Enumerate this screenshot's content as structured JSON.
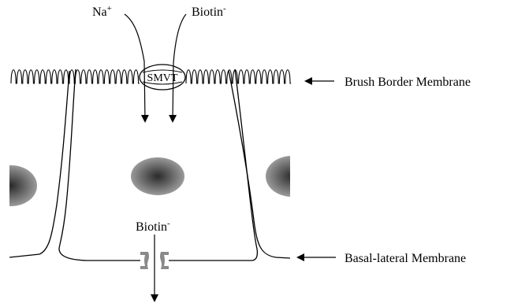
{
  "labels": {
    "na": "Na",
    "na_sup": "+",
    "biotin_in": "Biotin",
    "biotin_in_sup": "-",
    "transporter": "SMVT",
    "brush_border": "Brush Border Membrane",
    "biotin_out": "Biotin",
    "biotin_out_sup": "-",
    "basal_lateral": "Basal-lateral Membrane"
  },
  "colors": {
    "line": "#000000",
    "nucleus_dark": "#2a2a2a",
    "nucleus_light": "#9a9a9a",
    "exporter": "#8a8a8a"
  },
  "icons": {
    "brush_border": "microvilli",
    "transporter": "smvt-transporter",
    "exporter": "basolateral-exporter",
    "nucleus": "nucleus-ellipse"
  }
}
